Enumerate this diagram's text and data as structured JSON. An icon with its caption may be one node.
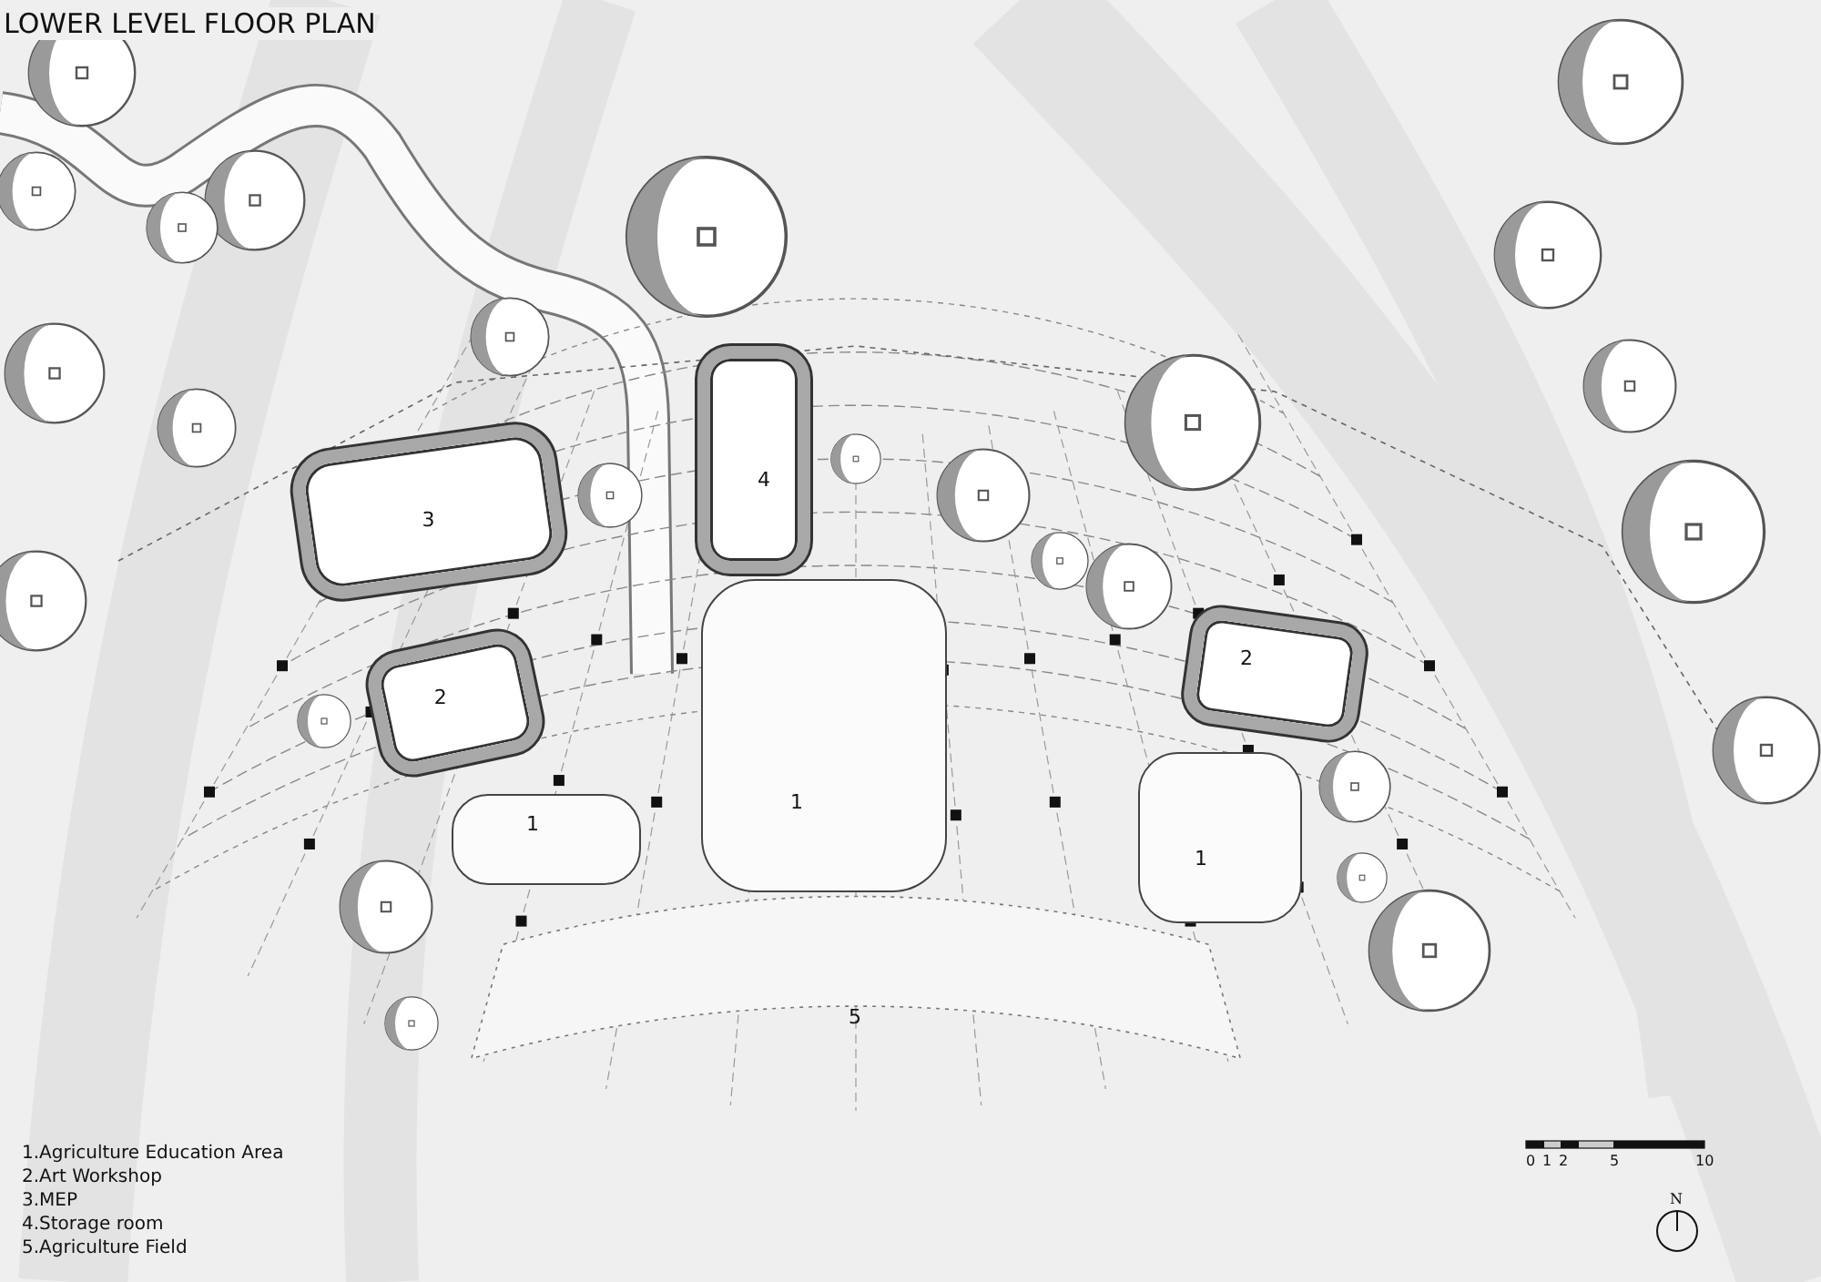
{
  "diagram": {
    "title": "LOWER LEVEL FLOOR PLAN",
    "nodes": [
      {
        "text": [
          "4"
        ]
      },
      {
        "text": [
          "3"
        ]
      },
      {
        "text": [
          "2"
        ]
      },
      {
        "text": [
          "2"
        ]
      },
      {
        "text": [
          "1"
        ]
      },
      {
        "text": [
          "1"
        ]
      },
      {
        "text": [
          "1"
        ]
      },
      {
        "text": [
          "5"
        ]
      }
    ],
    "edges": [],
    "labels": [
      "1.Agriculture Education Area",
      "2.Art Workshop",
      "3.MEP",
      "4.Storage room",
      "5.Agriculture Field",
      "0",
      "1",
      "2",
      "5",
      "10",
      "N"
    ]
  }
}
